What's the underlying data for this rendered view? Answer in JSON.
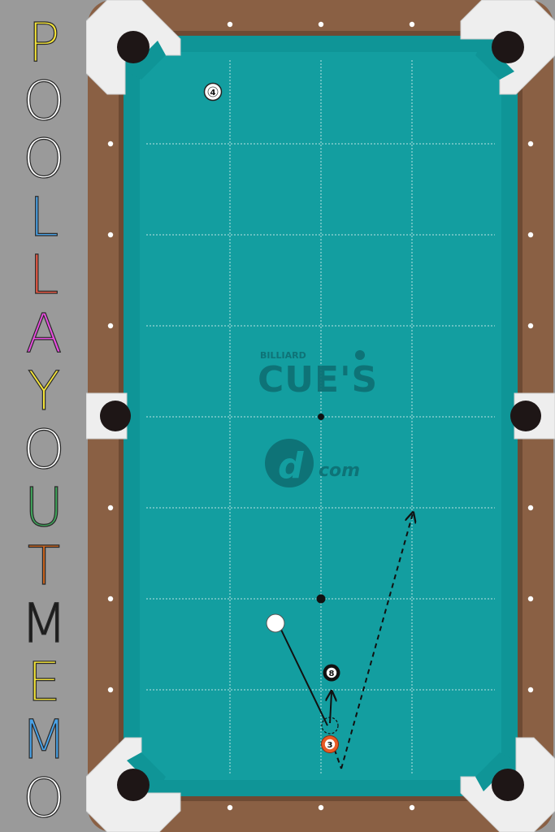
{
  "title": {
    "letters": [
      {
        "char": "P",
        "color": "#f5e53a"
      },
      {
        "char": "O",
        "color": "#ffffff"
      },
      {
        "char": "O",
        "color": "#ffffff"
      },
      {
        "char": "L",
        "color": "#4aa3e8"
      },
      {
        "char": "L",
        "color": "#f15b45"
      },
      {
        "char": "A",
        "color": "#e94ee0"
      },
      {
        "char": "Y",
        "color": "#f5e53a"
      },
      {
        "char": "O",
        "color": "#ffffff"
      },
      {
        "char": "U",
        "color": "#3fa35a"
      },
      {
        "char": "T",
        "color": "#c8641f"
      },
      {
        "char": "M",
        "color": "#1c1c1c"
      },
      {
        "char": "E",
        "color": "#f5e53a"
      },
      {
        "char": "M",
        "color": "#4aa3e8"
      },
      {
        "char": "O",
        "color": "#ffffff"
      }
    ]
  },
  "table": {
    "colors": {
      "felt": "#139ea0",
      "cushion": "#0f9597",
      "rail_wood": "#8a6044",
      "rail_edge": "#6e4a33",
      "pocket_frame": "#eeeeee",
      "pocket_hole": "#1e1616",
      "grid_line": "#ffffff",
      "diamond": "#ffffff"
    },
    "logo": {
      "small_text": "BILLIARD",
      "main_text": "CUE'S",
      "sub_text": "com",
      "color": "#0e6f73"
    },
    "balls": [
      {
        "id": "cue",
        "label": "",
        "fill": "#ffffff",
        "type": "cue"
      },
      {
        "id": "ball-3",
        "label": "3",
        "fill": "#e85a25",
        "type": "solid"
      },
      {
        "id": "ball-4",
        "label": "4",
        "fill": "#ffffff",
        "type": "stripe-light"
      },
      {
        "id": "ball-8",
        "label": "8",
        "fill": "#111111",
        "type": "solid"
      }
    ],
    "spots": [
      "foot-spot",
      "head-spot"
    ],
    "paths": [
      {
        "id": "cue-ball-path",
        "style": "solid"
      },
      {
        "id": "cue-ball-draw",
        "style": "solid-arrow"
      },
      {
        "id": "object-ball-path",
        "style": "dashed-arrow"
      }
    ]
  }
}
